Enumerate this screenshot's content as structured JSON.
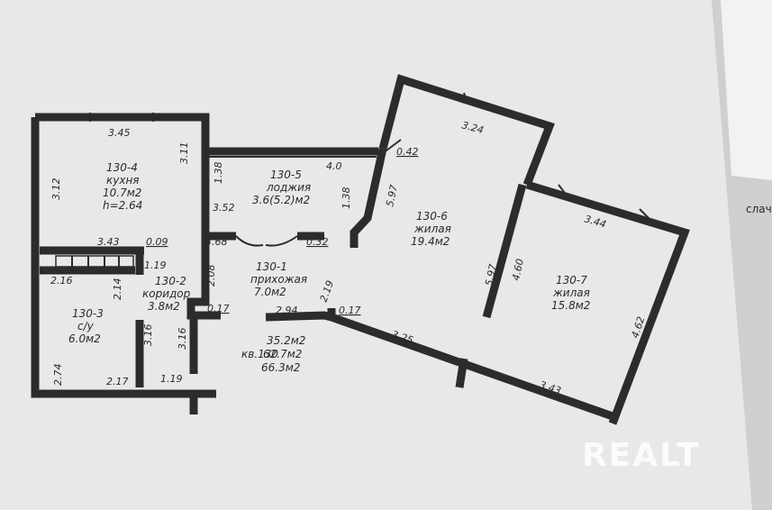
{
  "plan": {
    "rooms": [
      {
        "id": "130-4",
        "name": "кухня",
        "area": "10.7м2",
        "extra": "h=2.64"
      },
      {
        "id": "130-5",
        "name": "лоджия",
        "area": "3.6(5.2)м2"
      },
      {
        "id": "130-6",
        "name": "жилая",
        "area": "19.4м2"
      },
      {
        "id": "130-7",
        "name": "жилая",
        "area": "15.8м2"
      },
      {
        "id": "130-1",
        "name": "прихожая",
        "area": "7.0м2"
      },
      {
        "id": "130-2",
        "name": "коридор",
        "area": "3.8м2"
      },
      {
        "id": "130-3",
        "name": "с/у",
        "area": "6.0м2"
      }
    ],
    "apartment": {
      "label": "кв.130",
      "areas": [
        "35.2м2",
        "62.7м2",
        "66.3м2"
      ]
    },
    "dimensions": {
      "kitchen_top": "3.45",
      "kitchen_left": "3.12",
      "kitchen_right": "3.11",
      "kitchen_bottom": "3.43",
      "kitchen_bottom_small": "0.09",
      "loggia_h_left": "1.38",
      "loggia_w": "4.0",
      "loggia_h_right": "1.38",
      "loggia_w_inner": "3.52",
      "loggia_0_42": "0.42",
      "hall_3_68": "3.68",
      "hall_0_32": "0.32",
      "hall_2_08": "2.08",
      "hall_2_19": "2.19",
      "hall_2_94": "2.94",
      "hall_0_17_right": "0.17",
      "hall_0_17_left": "0.17",
      "corr_1_19": "1.19",
      "corr_2_16": "2.16",
      "corr_2_14": "2.14",
      "bath_3_16_a": "3.16",
      "bath_3_16_b": "3.16",
      "bath_2_74": "2.74",
      "bath_2_17": "2.17",
      "bath_1_19": "1.19",
      "room6_top": "3.24",
      "room6_left": "5.97",
      "room6_right": "5.97",
      "room7_top": "3.44",
      "room7_left": "4.60",
      "room7_right": "4.62",
      "bottom_3_25": "3.25",
      "bottom_3_43": "3.43"
    }
  },
  "side_text": "слач",
  "watermark": "REALT"
}
